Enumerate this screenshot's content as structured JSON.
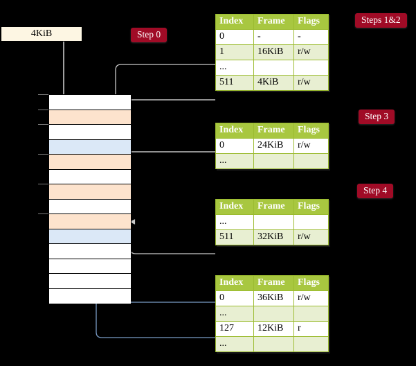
{
  "page_box": {
    "label": "4KiB"
  },
  "badges": {
    "step0": "Step 0",
    "steps12": "Steps 1&2",
    "step3": "Step 3",
    "step4": "Step 4"
  },
  "table_headers": {
    "index": "Index",
    "frame": "Frame",
    "flags": "Flags"
  },
  "tables": [
    {
      "name": "level4-table",
      "rows": [
        {
          "index": "0",
          "frame": "-",
          "flags": "-",
          "alt": false,
          "highlight": false
        },
        {
          "index": "1",
          "frame": "16KiB",
          "flags": "r/w",
          "alt": true,
          "highlight": false
        },
        {
          "index": "...",
          "frame": "",
          "flags": "",
          "alt": false,
          "highlight": false
        },
        {
          "index": "511",
          "frame": "4KiB",
          "flags": "r/w",
          "alt": true,
          "highlight": true
        }
      ]
    },
    {
      "name": "level3-table",
      "rows": [
        {
          "index": "0",
          "frame": "24KiB",
          "flags": "r/w",
          "alt": false,
          "highlight": false
        },
        {
          "index": "...",
          "frame": "",
          "flags": "",
          "alt": true,
          "highlight": false
        }
      ]
    },
    {
      "name": "level2-table",
      "rows": [
        {
          "index": "...",
          "frame": "",
          "flags": "",
          "alt": false,
          "highlight": false
        },
        {
          "index": "511",
          "frame": "32KiB",
          "flags": "r/w",
          "alt": true,
          "highlight": false
        }
      ]
    },
    {
      "name": "level1-table",
      "rows": [
        {
          "index": "0",
          "frame": "36KiB",
          "flags": "r/w",
          "alt": false,
          "highlight": false
        },
        {
          "index": "...",
          "frame": "",
          "flags": "",
          "alt": true,
          "highlight": false
        },
        {
          "index": "127",
          "frame": "12KiB",
          "flags": "r",
          "alt": false,
          "highlight": false
        },
        {
          "index": "...",
          "frame": "",
          "flags": "",
          "alt": true,
          "highlight": false
        }
      ]
    }
  ],
  "memory_column": {
    "name": "physical-memory-frames",
    "rows": [
      {
        "fill": "white"
      },
      {
        "fill": "orange"
      },
      {
        "fill": "white"
      },
      {
        "fill": "blue"
      },
      {
        "fill": "orange"
      },
      {
        "fill": "white"
      },
      {
        "fill": "orange"
      },
      {
        "fill": "white"
      },
      {
        "fill": "orange"
      },
      {
        "fill": "blue"
      },
      {
        "fill": "white"
      },
      {
        "fill": "white"
      },
      {
        "fill": "white"
      },
      {
        "fill": "white"
      }
    ]
  },
  "colors": {
    "badge_bg": "#a00b26",
    "table_header_bg": "#a8c740",
    "table_alt_bg": "#e8efd2",
    "highlight_bg": "#fbf8a0",
    "frame_orange": "#fde3cd",
    "frame_blue": "#dbe8f7",
    "page_box_bg": "#fdf6e3",
    "wire_gray": "#b8b8b8",
    "wire_blue": "#7a9cc6",
    "background": "#000000"
  }
}
